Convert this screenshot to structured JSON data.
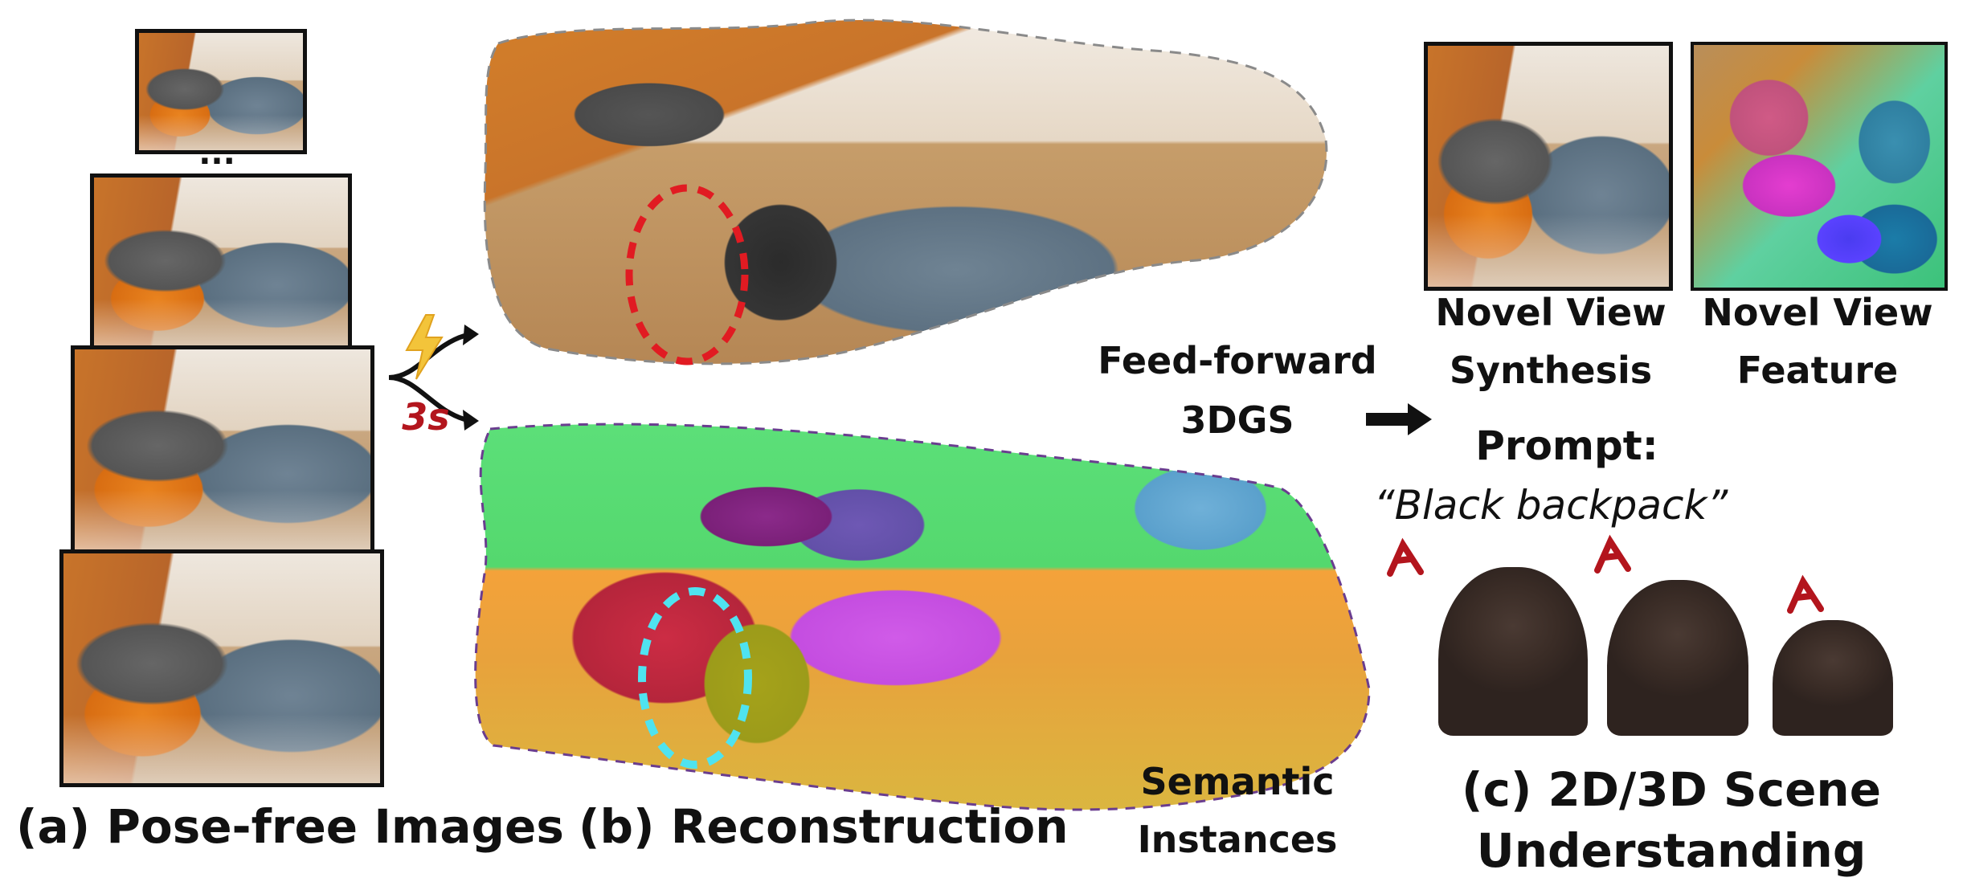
{
  "panel_a": {
    "ellipsis": "...",
    "caption": "(a) Pose-free Images"
  },
  "timing": {
    "label": "3s",
    "icon": "lightning-icon"
  },
  "panel_b": {
    "feedforward_label": "Feed-forward",
    "gs_label": "3DGS",
    "semantic_label": "Semantic",
    "instances_label": "Instances",
    "caption": "(b) Reconstruction"
  },
  "panel_c": {
    "nvs_title_1": "Novel View",
    "nvs_title_2": "Synthesis",
    "feat_title_1": "Novel View",
    "feat_title_2": "Feature",
    "prompt_label": "Prompt:",
    "prompt_text": "“Black backpack”",
    "caption_1": "(c) 2D/3D Scene",
    "caption_2": "Understanding"
  },
  "colors": {
    "red_highlight": "#e11b22",
    "cyan_highlight": "#4fe3f0",
    "accent_3s": "#b3151d",
    "lightning": "#f3c43a",
    "outline_purple": "#6a3d8f"
  }
}
